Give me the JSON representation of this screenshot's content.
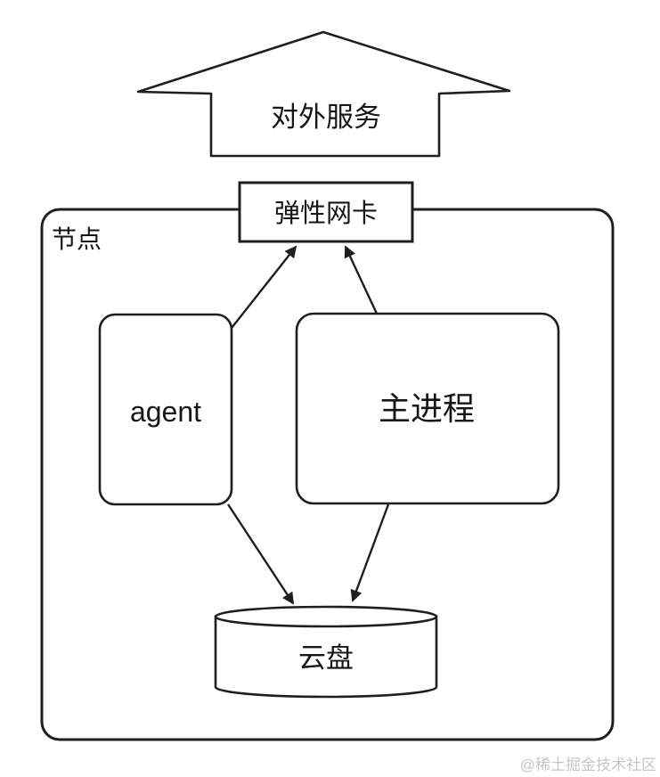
{
  "diagram": {
    "type": "architecture-flow",
    "nodes": [
      {
        "id": "external-service",
        "label": "对外服务",
        "shape": "block-arrow-up"
      },
      {
        "id": "elastic-nic",
        "label": "弹性网卡",
        "shape": "rect"
      },
      {
        "id": "node-container",
        "label": "节点",
        "shape": "rounded-rect-container"
      },
      {
        "id": "agent",
        "label": "agent",
        "shape": "rounded-rect"
      },
      {
        "id": "main-process",
        "label": "主进程",
        "shape": "rounded-rect"
      },
      {
        "id": "cloud-disk",
        "label": "云盘",
        "shape": "cylinder"
      }
    ],
    "edges": [
      {
        "from": "agent",
        "to": "elastic-nic",
        "arrow": "filled-triangle"
      },
      {
        "from": "main-process",
        "to": "elastic-nic",
        "arrow": "filled-triangle"
      },
      {
        "from": "agent",
        "to": "cloud-disk",
        "arrow": "filled-triangle"
      },
      {
        "from": "main-process",
        "to": "cloud-disk",
        "arrow": "filled-triangle"
      }
    ],
    "colors": {
      "stroke": "#1f1f1f",
      "fill": "#ffffff",
      "text": "#161616",
      "watermark": "#c6c6c6",
      "background": "#ffffff"
    }
  },
  "watermark": {
    "text": "@稀土掘金技术社区"
  }
}
